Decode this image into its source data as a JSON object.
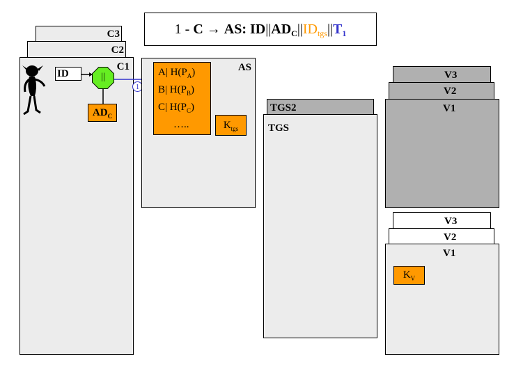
{
  "title": {
    "step": "1 - ",
    "c": "C",
    "arrow": "→",
    "as": "AS:",
    "id": "ID",
    "sep1": "||",
    "ad": "AD",
    "ad_sub": "C",
    "sep2": "||",
    "id_tgs": "ID",
    "id_tgs_sub": "tgs",
    "sep3": "||",
    "t": "T",
    "t_sub": "1"
  },
  "client": {
    "c3": "C3",
    "c2": "C2",
    "c1": "C1",
    "id_label": "ID",
    "concat_symbol": "||",
    "ad_label": "AD",
    "ad_sub": "C"
  },
  "flow": {
    "step_number": "1"
  },
  "as": {
    "label": "AS",
    "entries": [
      {
        "prefix": "A| H(P",
        "sub": "A",
        "suffix": ")"
      },
      {
        "prefix": "B| H(P",
        "sub": "B",
        "suffix": ")"
      },
      {
        "prefix": "C| H(P",
        "sub": "C",
        "suffix": ")"
      },
      {
        "prefix": "…..",
        "sub": "",
        "suffix": ""
      }
    ],
    "key_label": "K",
    "key_sub": "tgs"
  },
  "tgs": {
    "tgs2": "TGS2",
    "tgs": "TGS"
  },
  "v_upper": {
    "v3": "V3",
    "v2": "V2",
    "v1": "V1"
  },
  "v_lower": {
    "v3": "V3",
    "v2": "V2",
    "v1": "V1",
    "key_label": "K",
    "key_sub": "V"
  },
  "colors": {
    "orange": "#ff9900",
    "blue": "#3333cc",
    "green": "#66ee22",
    "dark_panel": "#b0b0b0",
    "light_panel": "#ececec"
  }
}
